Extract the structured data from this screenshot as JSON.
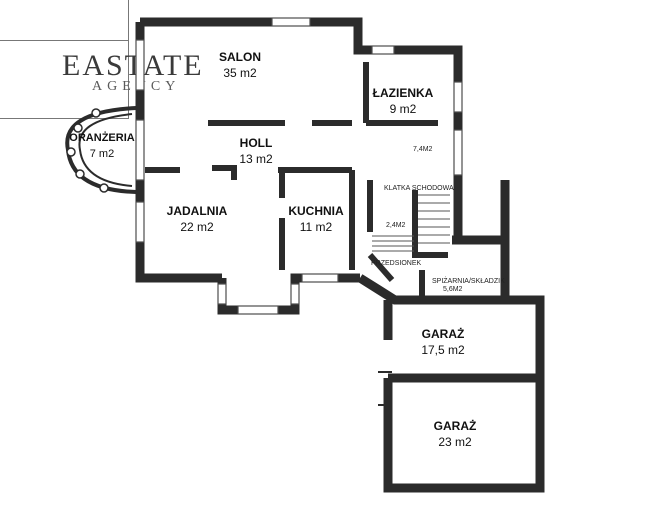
{
  "logo": {
    "name": "EASTATE",
    "tagline": "AGENCY"
  },
  "rooms": [
    {
      "name": "SALON",
      "area": "35 m2"
    },
    {
      "name": "ŁAZIENKA",
      "area": "9 m2"
    },
    {
      "name": "ORANŻERIA",
      "area": "7 m2"
    },
    {
      "name": "HOLL",
      "area": "13 m2"
    },
    {
      "name": "JADALNIA",
      "area": "22 m2"
    },
    {
      "name": "KUCHNIA",
      "area": "11 m2"
    },
    {
      "name": "GARAŻ",
      "area": "17,5 m2"
    },
    {
      "name": "GARAŻ",
      "area": "23 m2"
    }
  ],
  "small_labels": {
    "corridor": "7,4M2",
    "stairs": "KLATKA SCHODOWA",
    "entry_area": "2,4M2",
    "entry": "PRZEDSIONEK",
    "pantry": "SPIŻARNIA/SKŁADZIK",
    "pantry_area": "5,6M2"
  },
  "colors": {
    "wall": "#2b2b2b",
    "wall_fill": "#ffffff",
    "window": "#4d4d4d"
  }
}
